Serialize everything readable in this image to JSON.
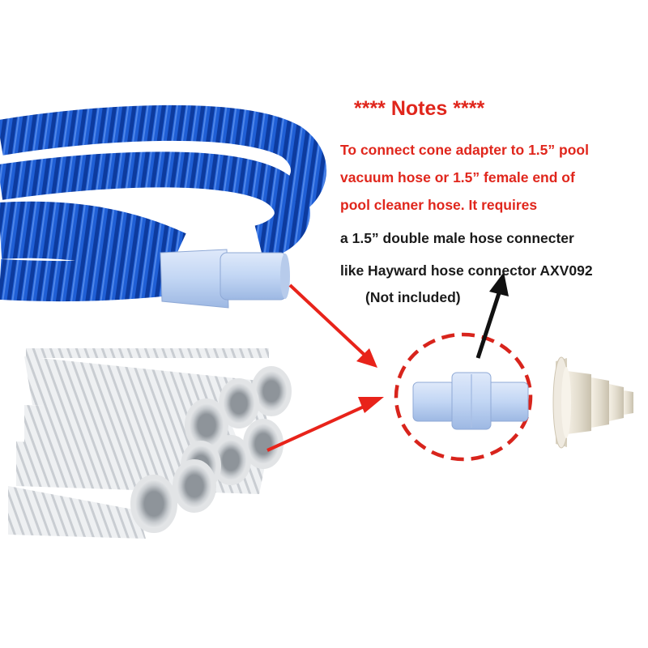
{
  "notes": {
    "title": "**** Notes ****",
    "lines": [
      "To connect cone adapter to 1.5” pool",
      "vacuum hose or 1.5” female end of",
      "pool cleaner hose. It requires",
      "a 1.5” double male hose connecter",
      "like Hayward hose connector AXV092",
      "(Not included)"
    ]
  },
  "colors": {
    "note_red": "#e0261c",
    "note_dark": "#1a1a1a",
    "hose_blue": "#1f5fd6",
    "hose_blue_dark": "#0d3b9e",
    "hose_white": "#e6e8ea",
    "connector_light_blue": "#c2d6f4",
    "arrow_red": "#e8231a",
    "dash_red": "#d8241c"
  },
  "icons": {
    "pointer_arrows": "arrow-icon"
  }
}
